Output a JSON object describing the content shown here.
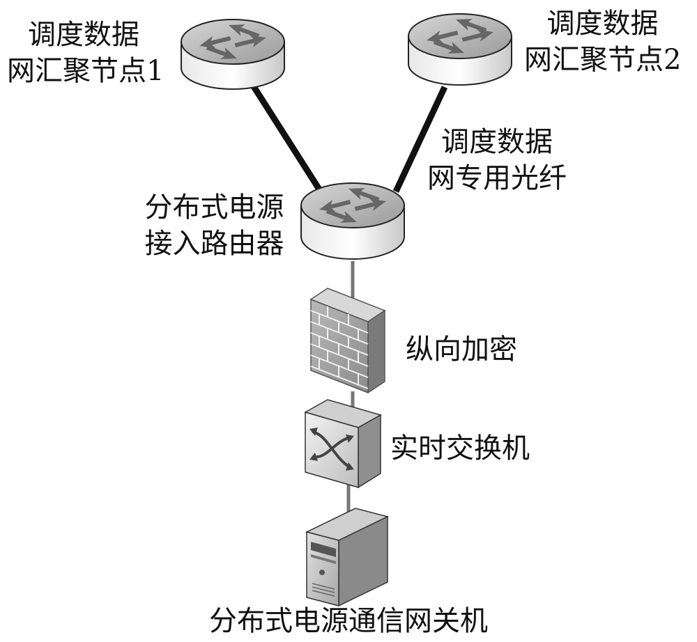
{
  "nodes": {
    "aggregation_node_1": {
      "line1": "调度数据",
      "line2": "网汇聚节点1"
    },
    "aggregation_node_2": {
      "line1": "调度数据",
      "line2": "网汇聚节点2"
    },
    "fiber_link": {
      "line1": "调度数据",
      "line2": "网专用光纤"
    },
    "access_router": {
      "line1": "分布式电源",
      "line2": "接入路由器"
    },
    "vertical_encryption": {
      "label": "纵向加密"
    },
    "realtime_switch": {
      "label": "实时交换机"
    },
    "gateway": {
      "label": "分布式电源通信网关机"
    }
  },
  "icons": {
    "router": "router-icon",
    "firewall": "firewall-icon",
    "switch": "switch-icon",
    "server": "server-icon"
  }
}
